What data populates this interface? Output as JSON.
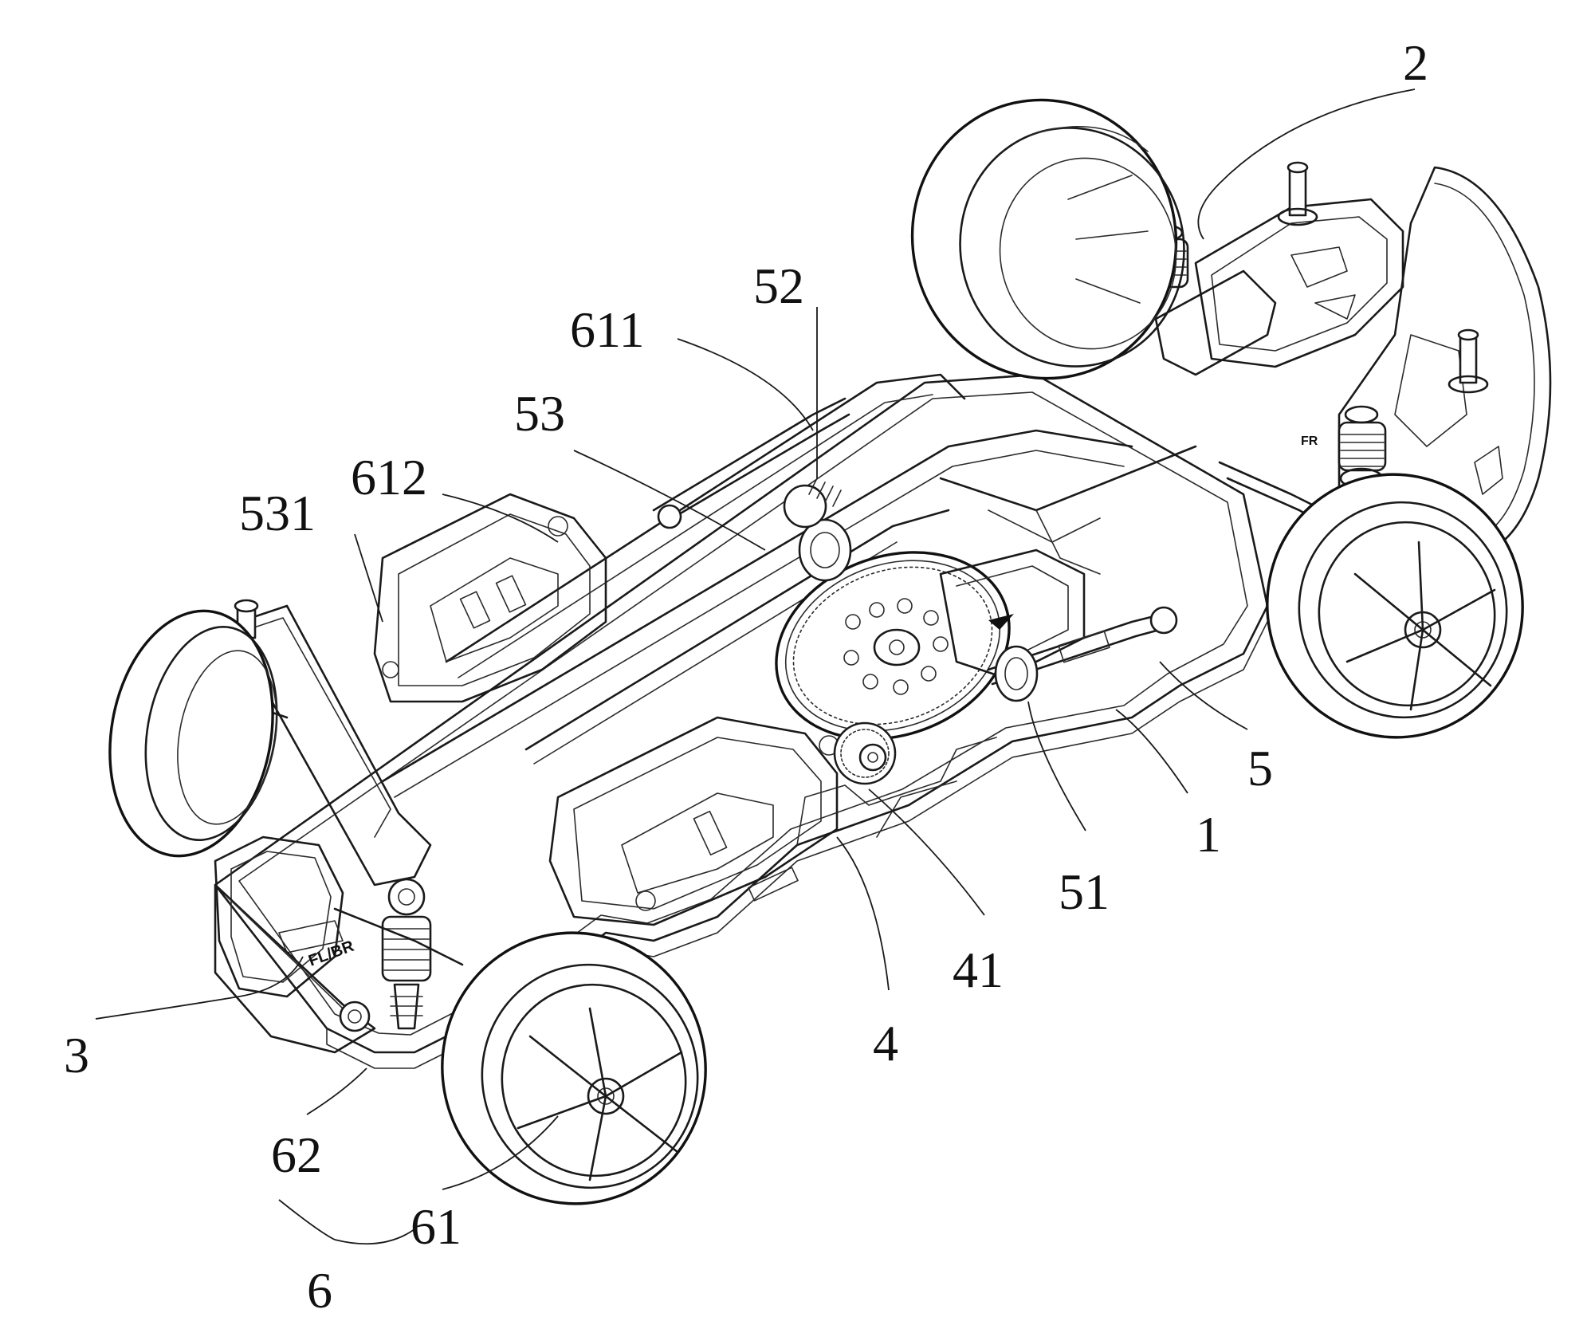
{
  "figure": {
    "style": "patent line drawing",
    "ink_color": "#1a1a1a",
    "background": "#ffffff",
    "embedded_marks": [
      "FL/BR",
      "FR"
    ]
  },
  "labels": [
    {
      "id": "label-2",
      "text": "2"
    },
    {
      "id": "label-52",
      "text": "52"
    },
    {
      "id": "label-611",
      "text": "611"
    },
    {
      "id": "label-53",
      "text": "53"
    },
    {
      "id": "label-612",
      "text": "612"
    },
    {
      "id": "label-531",
      "text": "531"
    },
    {
      "id": "label-5",
      "text": "5"
    },
    {
      "id": "label-1",
      "text": "1"
    },
    {
      "id": "label-51",
      "text": "51"
    },
    {
      "id": "label-41",
      "text": "41"
    },
    {
      "id": "label-4",
      "text": "4"
    },
    {
      "id": "label-3",
      "text": "3"
    },
    {
      "id": "label-62",
      "text": "62"
    },
    {
      "id": "label-61",
      "text": "61"
    },
    {
      "id": "label-6",
      "text": "6"
    }
  ]
}
